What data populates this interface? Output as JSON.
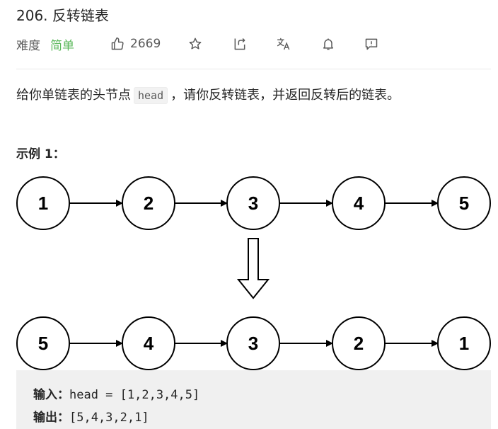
{
  "problem": {
    "title": "206. 反转链表",
    "difficulty_label": "难度",
    "difficulty_value": "简单",
    "likes": "2669"
  },
  "icons": [
    "thumbs-up-icon",
    "star-icon",
    "share-icon",
    "translate-icon",
    "bell-icon",
    "feedback-icon"
  ],
  "description": {
    "before": "给你单链表的头节点",
    "code": "head",
    "after": "，请你反转链表，并返回反转后的链表。"
  },
  "example": {
    "title": "示例 1：",
    "top_list": [
      "1",
      "2",
      "3",
      "4",
      "5"
    ],
    "bottom_list": [
      "5",
      "4",
      "3",
      "2",
      "1"
    ],
    "input_label": "输入：",
    "input_value": "head = [1,2,3,4,5]",
    "output_label": "输出：",
    "output_value": "[5,4,3,2,1]"
  },
  "colors": {
    "easy": "#5cb85c",
    "code_bg": "#f0f0f0"
  }
}
